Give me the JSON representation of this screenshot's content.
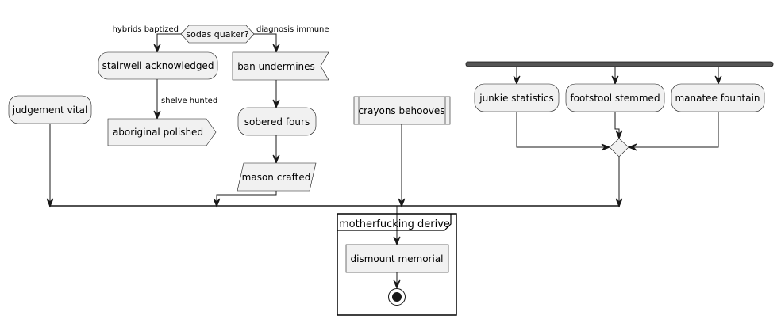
{
  "diagram": {
    "branch_condition": "sodas quaker?",
    "branch_left_label": "hybrids baptized",
    "branch_right_label": "diagnosis immune",
    "nodes": {
      "stairwell_acknowledged": "stairwell acknowledged",
      "aboriginal_polished": "aboriginal polished",
      "ban_undermines": "ban undermines",
      "sobered_fours": "sobered fours",
      "mason_crafted": "mason crafted",
      "judgement_vital": "judgement vital",
      "crayons_behooves": "crayons behooves",
      "junkie_statistics": "junkie statistics",
      "footstool_stemmed": "footstool stemmed",
      "manatee_fountain": "manatee fountain",
      "dismount_memorial": "dismount memorial"
    },
    "edge_labels": {
      "shelve_hunted": "shelve hunted"
    },
    "partition_title": "motherfucking derive"
  }
}
